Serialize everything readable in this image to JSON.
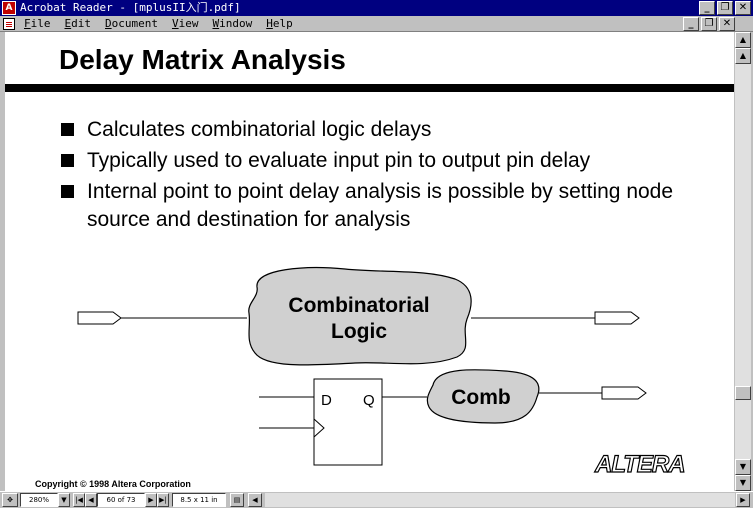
{
  "window": {
    "title": "Acrobat Reader - [mplusII入门.pdf]",
    "icon": "pdf-icon",
    "minimize": "_",
    "restore": "❐",
    "close": "✕"
  },
  "menu": {
    "items": [
      "File",
      "Edit",
      "Document",
      "View",
      "Window",
      "Help"
    ]
  },
  "document": {
    "title": "Delay Matrix Analysis",
    "bullets": [
      "Calculates combinatorial logic delays",
      "Typically used to evaluate input pin to output pin delay",
      "Internal point to point delay analysis is possible by setting node source and destination for analysis"
    ],
    "diagram": {
      "combo_line1": "Combinatorial",
      "combo_line2": "Logic",
      "ff_d": "D",
      "ff_q": "Q",
      "comb": "Comb"
    },
    "copyright": "Copyright © 1998 Altera Corporation",
    "logo": "ALTERA"
  },
  "status": {
    "zoom": "280%",
    "page": "60 of 73",
    "size": "8.5 x 11 in"
  },
  "colors": {
    "titlebar": "#000080",
    "logic_fill": "#d0d0d0",
    "chrome": "#c0c0c0"
  }
}
